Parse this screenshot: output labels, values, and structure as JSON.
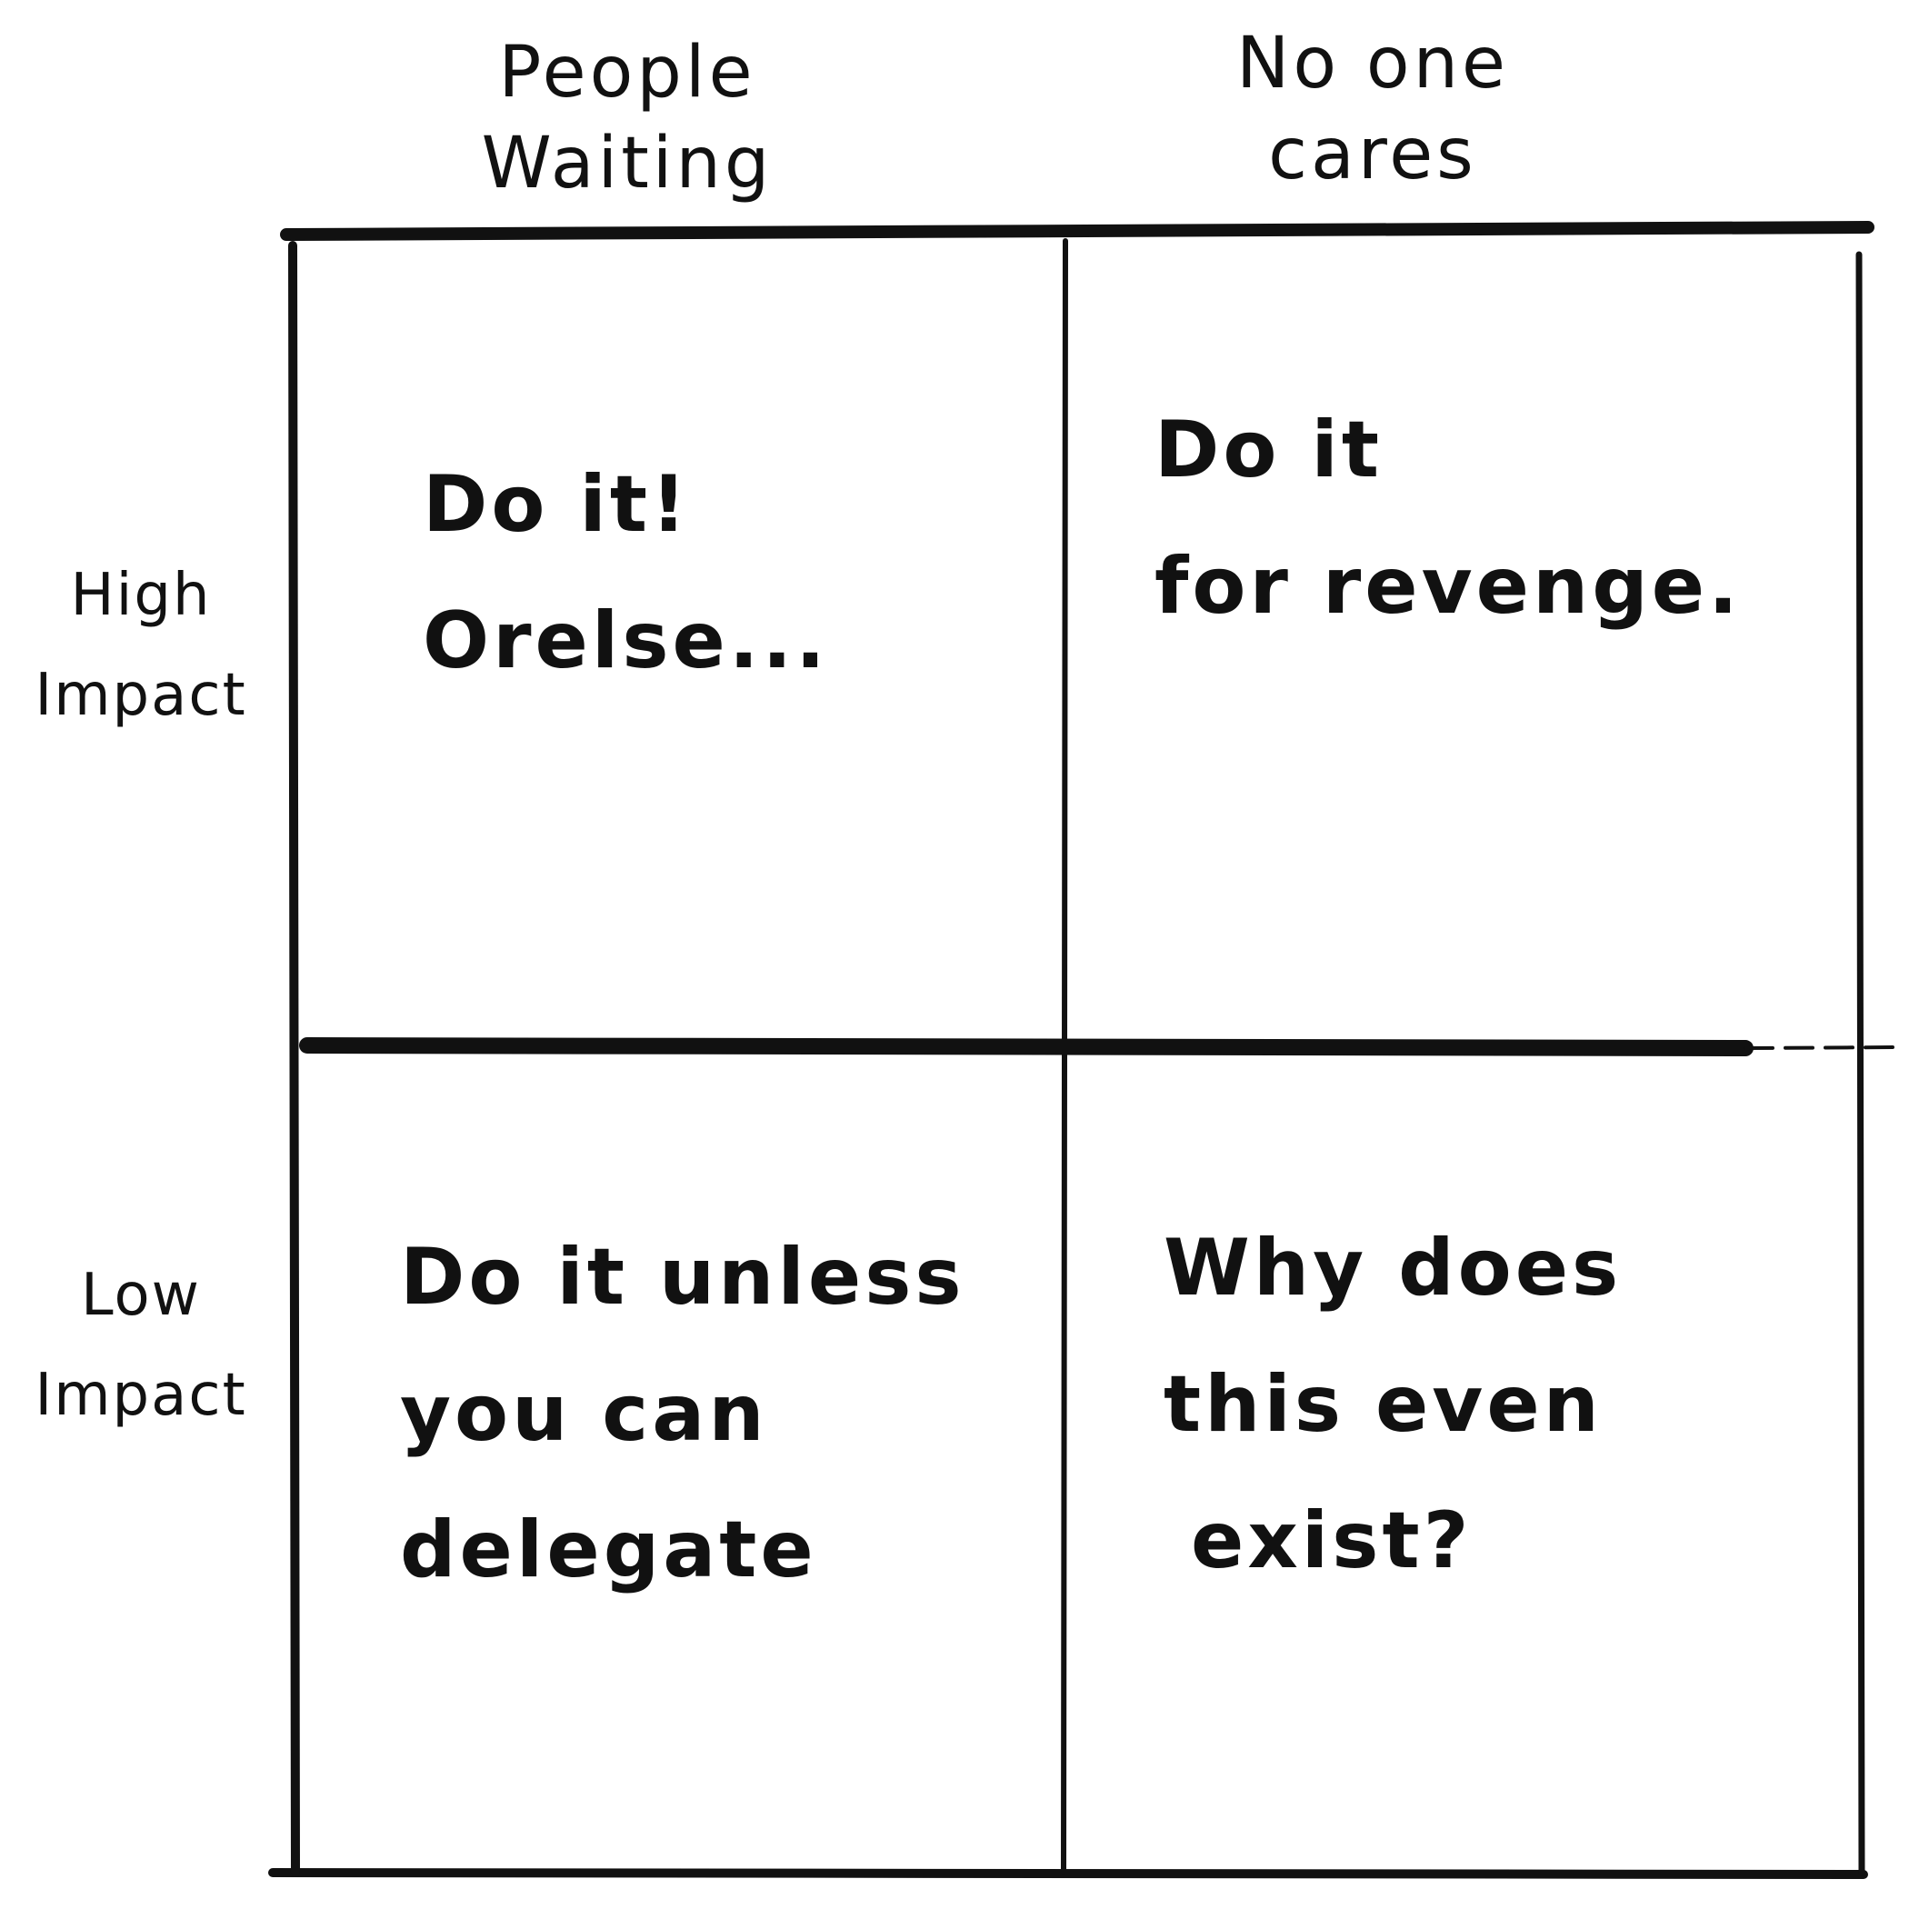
{
  "columns": [
    {
      "label_line1": "People",
      "label_line2": "Waiting"
    },
    {
      "label_line1": "No one",
      "label_line2": "cares"
    }
  ],
  "rows": [
    {
      "label_line1": "High",
      "label_line2": "Impact"
    },
    {
      "label_line1": "Low",
      "label_line2": "Impact"
    }
  ],
  "quadrants": {
    "top_left": {
      "line1": "Do it!",
      "line2": "Orelse..."
    },
    "top_right": {
      "line1": "Do it",
      "line2": "for revenge."
    },
    "bottom_left": {
      "line1": "Do it unless",
      "line2": "you can",
      "line3": "delegate"
    },
    "bottom_right": {
      "line1": "Why does",
      "line2": "this even",
      "line3": "exist?"
    }
  },
  "colors": {
    "ink": "#111111",
    "paper": "#ffffff"
  }
}
